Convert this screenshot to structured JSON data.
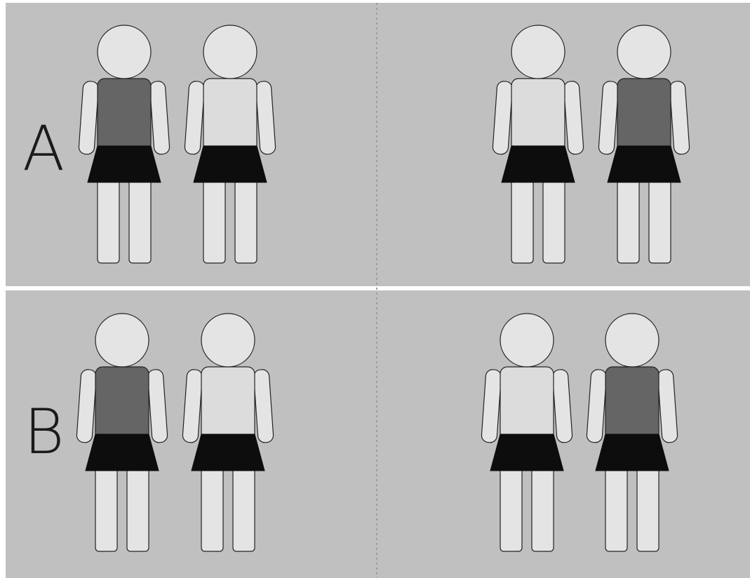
{
  "panels": [
    {
      "label": "A",
      "groups": [
        {
          "side": "left",
          "figures": [
            "dark",
            "light"
          ]
        },
        {
          "side": "right",
          "figures": [
            "light",
            "dark"
          ]
        }
      ]
    },
    {
      "label": "B",
      "groups": [
        {
          "side": "left",
          "figures": [
            "dark",
            "light"
          ]
        },
        {
          "side": "right",
          "figures": [
            "light",
            "dark"
          ]
        }
      ]
    }
  ],
  "colors": {
    "background": "#c0c0c0",
    "separator": "#ffffff",
    "divider": "#9e9e9e",
    "skin": "#e4e4e4",
    "shirt_light": "#dcdcdc",
    "shirt_dark": "#656565",
    "skirt": "#0d0d0d",
    "outline": "#222222",
    "label": "#1a1a1a"
  }
}
